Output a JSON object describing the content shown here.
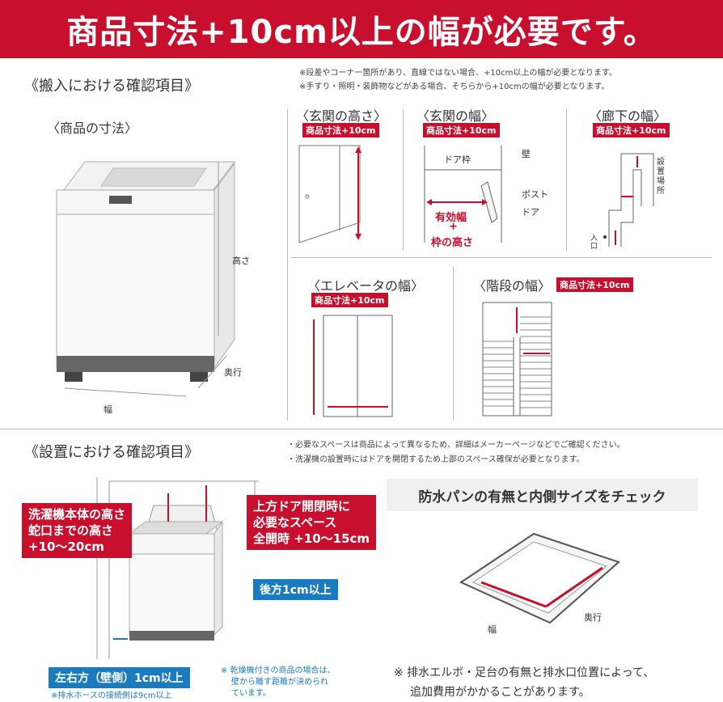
{
  "banner": "商品寸法+10cm以上の幅が必要です。",
  "carry_in": {
    "heading": "《搬入における確認項目》",
    "product_size": "〈商品の寸法〉",
    "dim_height": "高さ",
    "dim_depth": "奥行",
    "dim_width": "幅",
    "notes": [
      "※段差やコーナー箇所があり、直線ではない場合、+10cm以上の幅が必要となります。",
      "※手すり・照明・装飾物などがある場合、そちらから+10cmの幅が必要となります。"
    ],
    "tag": "商品寸法+10cm",
    "entrance_height": "〈玄関の高さ〉",
    "entrance_width": "〈玄関の幅〉",
    "hallway_width": "〈廊下の幅〉",
    "elevator_width": "〈エレベータの幅〉",
    "stairs_width": "〈階段の幅〉",
    "door_labels": {
      "wall": "壁",
      "door_frame": "ドア枠",
      "post": "ポスト",
      "door": "ドア",
      "effective_width": "有効幅",
      "plus": "+",
      "frame_height": "枠の高さ"
    },
    "hall_labels": {
      "install_place": "設置場所",
      "entrance": "入口"
    }
  },
  "install": {
    "heading": "《設置における確認項目》",
    "notes": [
      "・必要なスペースは商品によって異なるため、詳細はメーカーページなどでご確認ください。",
      "・洗濯機の設置時にはドアを開閉するため上部のスペース確保が必要となります。"
    ],
    "callout_left_lines": [
      "洗濯機本体の高さ",
      "蛇口までの高さ",
      "+10〜20cm"
    ],
    "callout_right_lines": [
      "上方ドア開閉時に",
      "必要なスペース",
      "全開時 +10〜15cm"
    ],
    "back": "後方1cm以上",
    "side": "左右方（壁側）1cm以上",
    "drain_note": "※排水ホースの接続側は9cm以上",
    "dryer_note": [
      "※ 乾燥機付きの商品の場合は、",
      "壁から離す距離が決められ",
      "ています。"
    ],
    "pan_heading": "防水パンの有無と内側サイズをチェック",
    "pan_width": "幅",
    "pan_depth": "奥行",
    "elbow_note": [
      "※ 排水エルボ・足台の有無と排水口位置によって、",
      "追加費用がかかることがあります。"
    ]
  },
  "colors": {
    "accent": "#c8102e",
    "blue": "#1b7bbf"
  }
}
